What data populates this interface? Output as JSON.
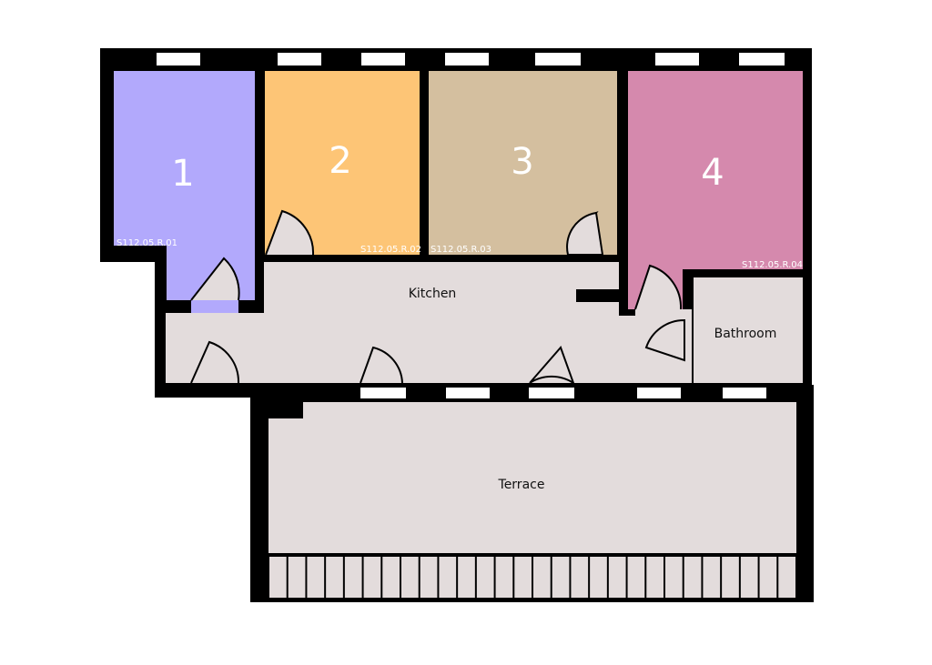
{
  "colors": {
    "wall": "#000000",
    "floor": "#e3dcdc",
    "room1": "#b2a9fc",
    "room2": "#fdc576",
    "room3": "#d4bf9f",
    "room4": "#d589ad",
    "window": "#ffffff"
  },
  "rooms": {
    "r1": {
      "number": "1",
      "code": "S112.05.R.01"
    },
    "r2": {
      "number": "2",
      "code": "S112.05.R.02"
    },
    "r3": {
      "number": "3",
      "code": "S112.05.R.03"
    },
    "r4": {
      "number": "4",
      "code": "S112.05.R.04"
    },
    "kitchen": {
      "label": "Kitchen"
    },
    "bathroom": {
      "label": "Bathroom"
    },
    "terrace": {
      "label": "Terrace"
    }
  },
  "railing": {
    "balusters": 28
  }
}
